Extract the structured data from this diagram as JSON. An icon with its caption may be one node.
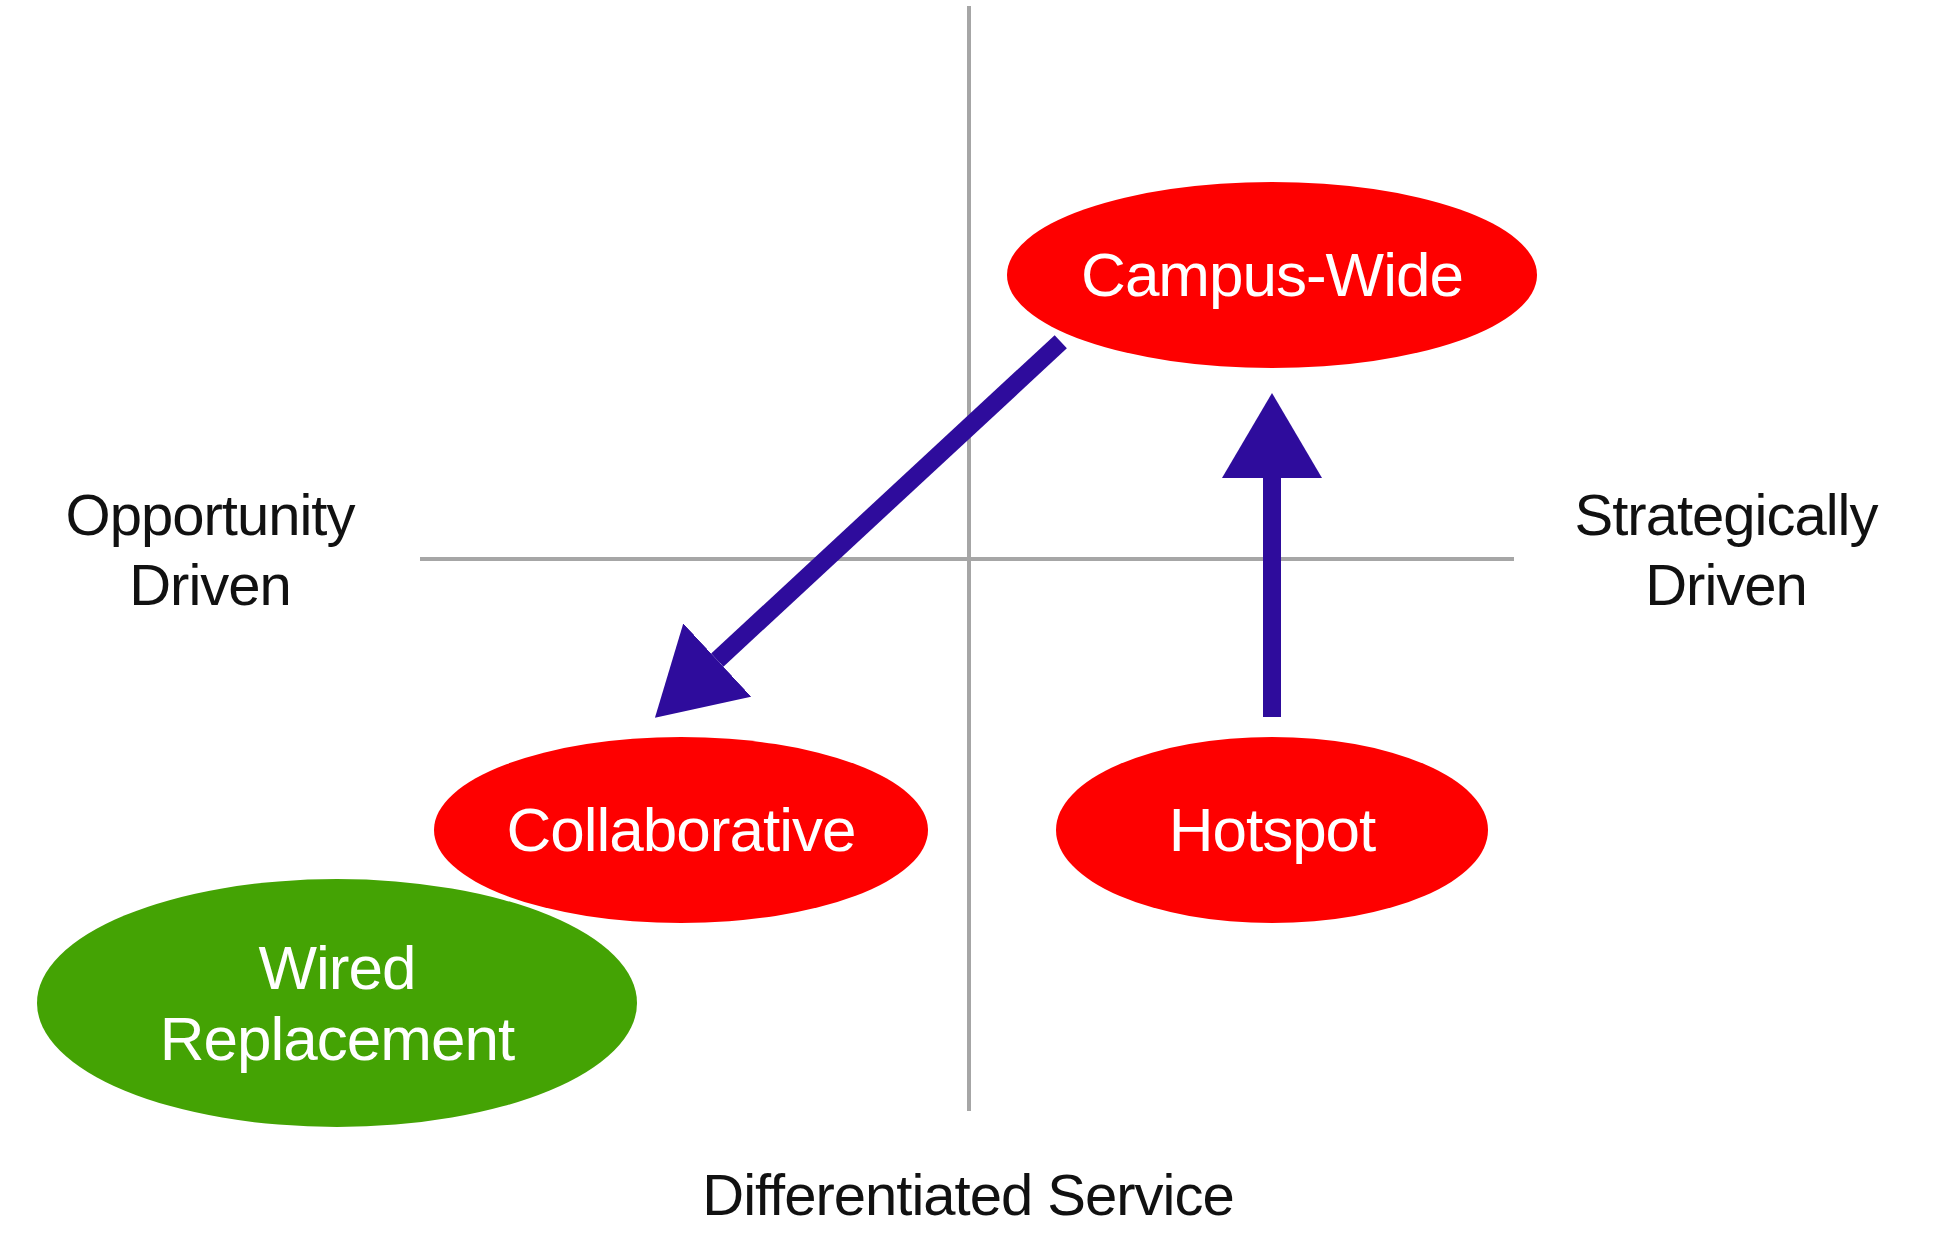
{
  "diagram": {
    "nodes": [
      {
        "text": [
          "Campus-Wide"
        ]
      },
      {
        "text": [
          "Collaborative"
        ]
      },
      {
        "text": [
          "Hotspot"
        ]
      },
      {
        "text": [
          "Wired Replacement"
        ]
      }
    ],
    "edges": [
      {
        "from": 0,
        "to": 1,
        "arrow": "to"
      },
      {
        "from": 2,
        "to": 0,
        "arrow": "to"
      }
    ],
    "labels": [
      "Opportunity Driven",
      "Strategically Driven",
      "Differentiated Service"
    ]
  }
}
